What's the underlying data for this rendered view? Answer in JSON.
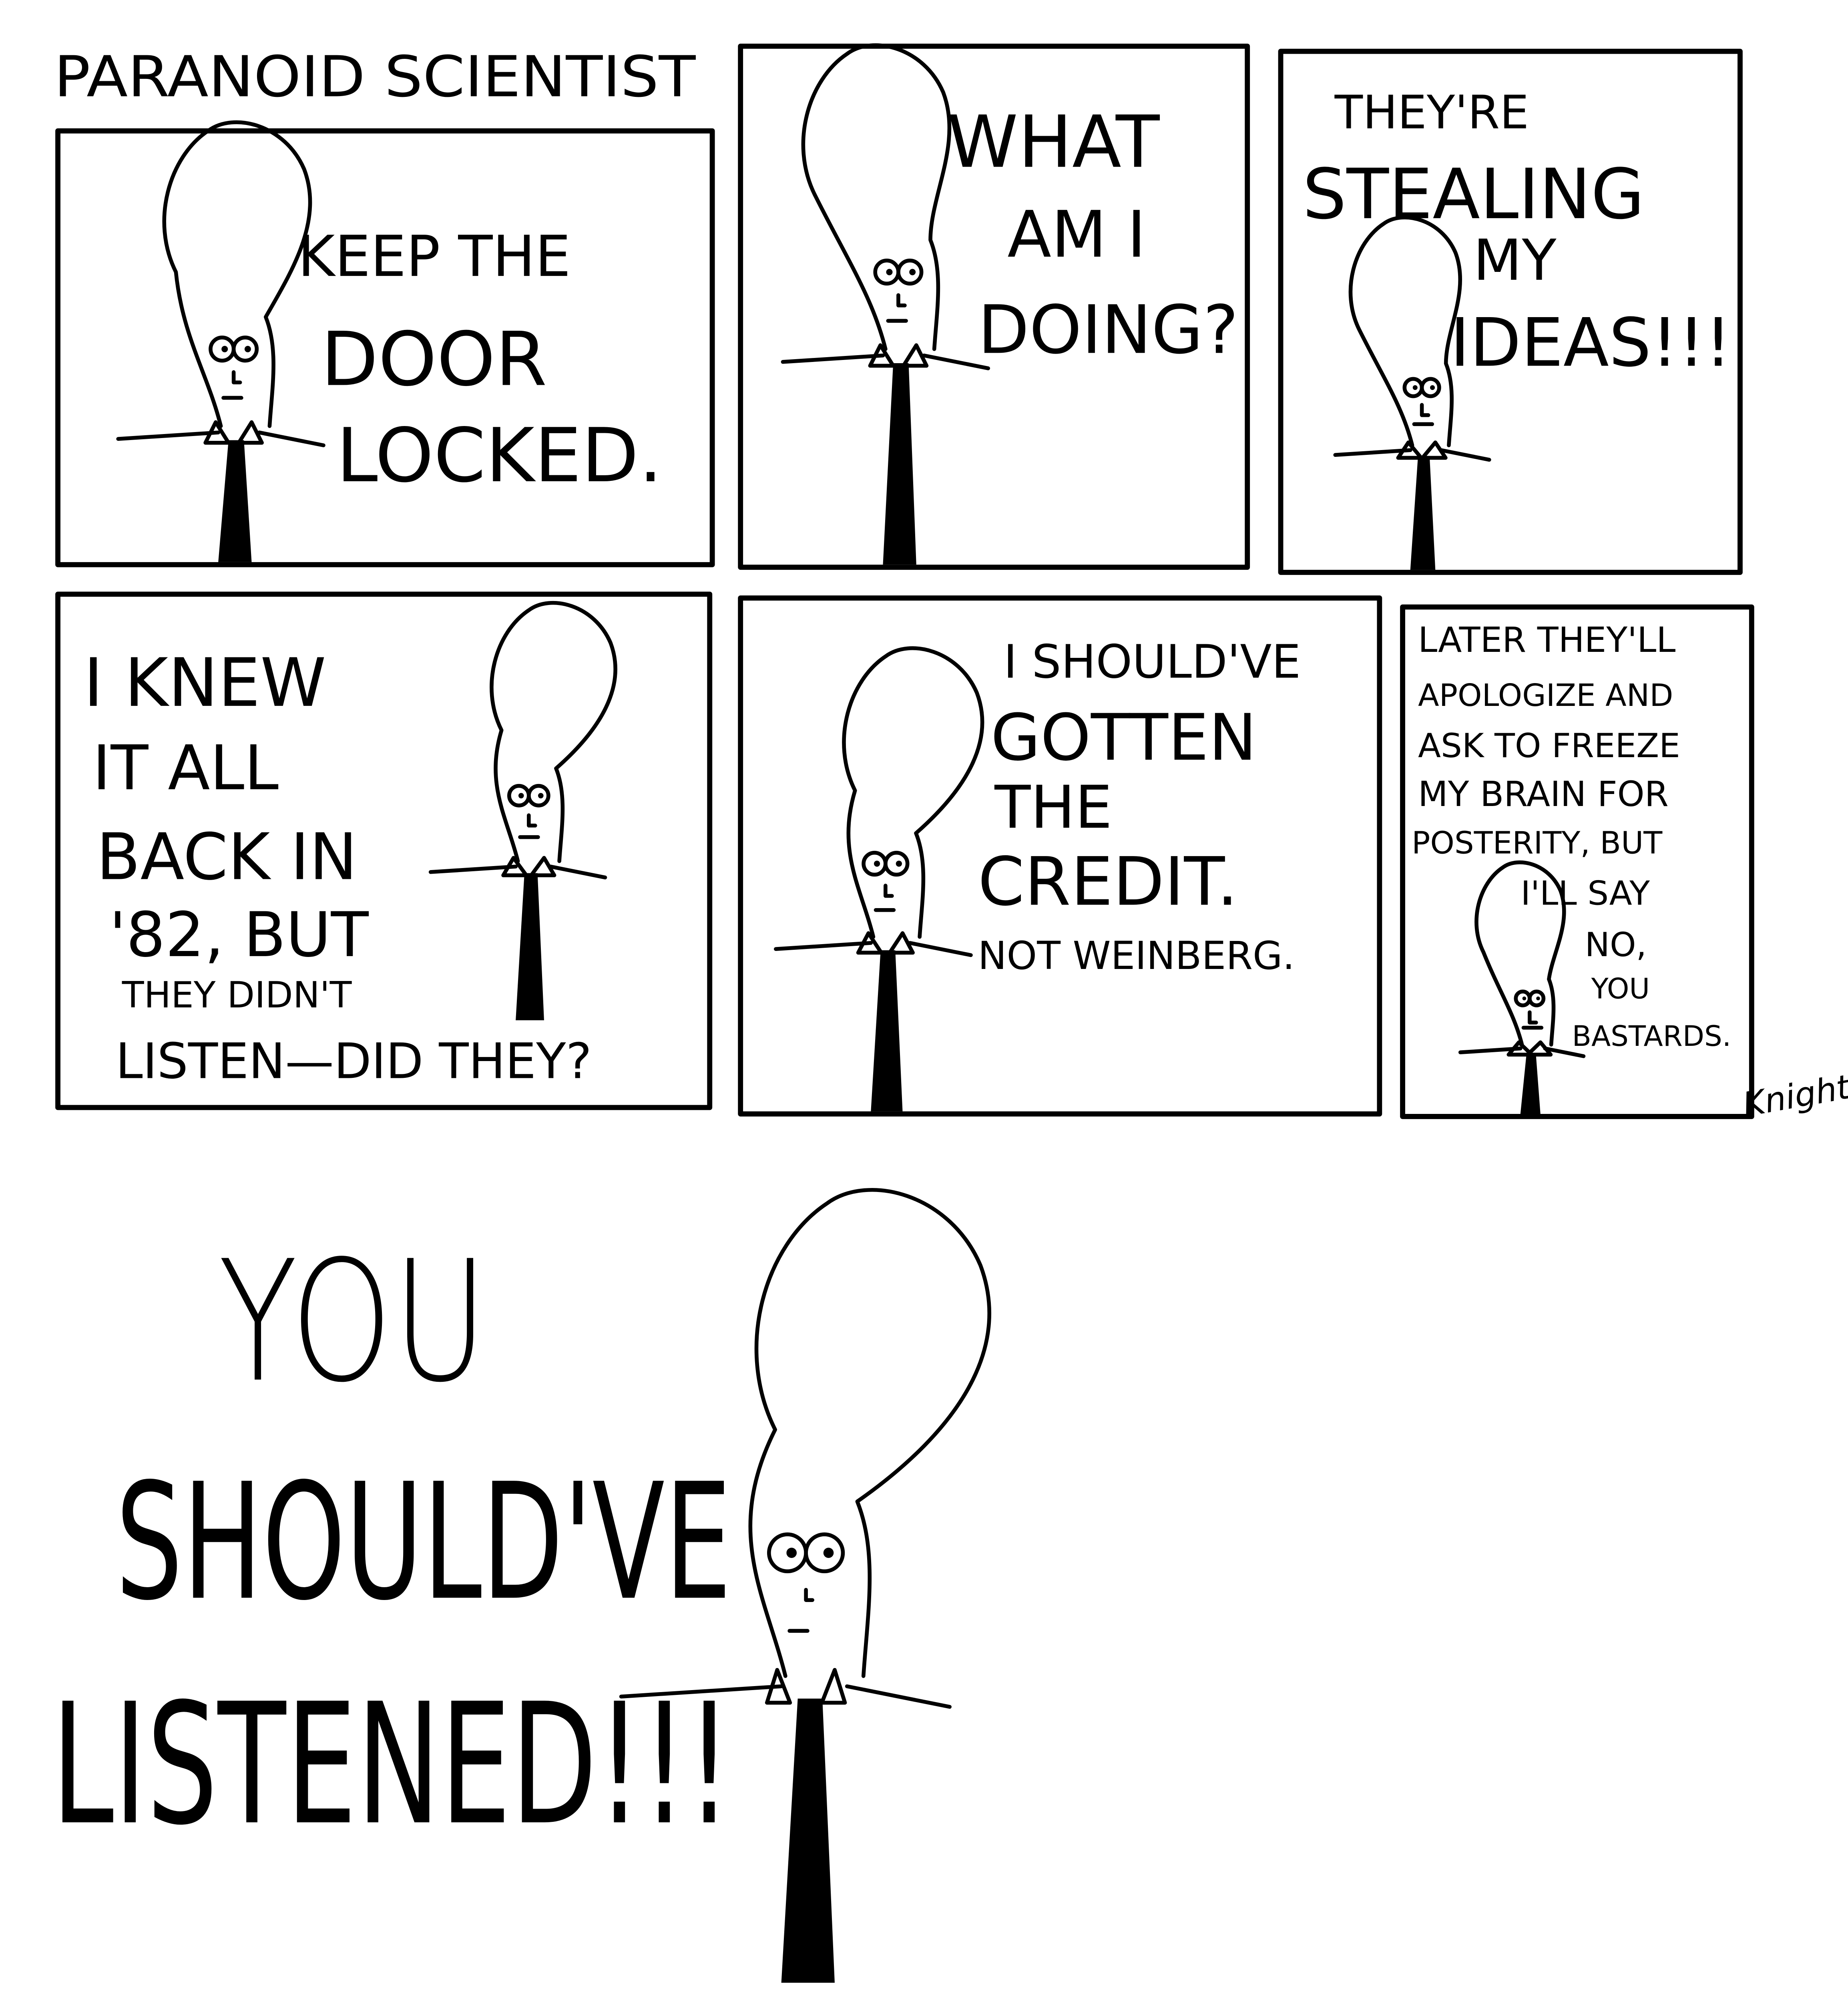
{
  "title": "PARANOID SCIENTIST",
  "panels": [
    {
      "lines": [
        "KEEP THE",
        "DOOR",
        "LOCKED."
      ]
    },
    {
      "lines": [
        "WHAT",
        "AM I",
        "DOING?"
      ]
    },
    {
      "lines": [
        "THEY'RE",
        "STEALING",
        "MY",
        "IDEAS!!!"
      ]
    },
    {
      "lines": [
        "I KNEW",
        "IT ALL",
        "BACK IN",
        "'82, BUT",
        "THEY DIDN'T",
        "LISTEN—DID THEY?"
      ]
    },
    {
      "lines": [
        "I SHOULD'VE",
        "GOTTEN",
        "THE",
        "CREDIT.",
        "NOT WEINBERG."
      ]
    },
    {
      "lines": [
        "LATER THEY'LL",
        "APOLOGIZE AND",
        "ASK TO FREEZE",
        "MY BRAIN FOR",
        "POSTERITY, BUT",
        "I'LL SAY",
        "NO,",
        "YOU",
        "BASTARDS."
      ]
    }
  ],
  "signature": "Knight",
  "finale": {
    "lines": [
      "YOU",
      "SHOULD'VE",
      "LISTENED!!!"
    ]
  }
}
